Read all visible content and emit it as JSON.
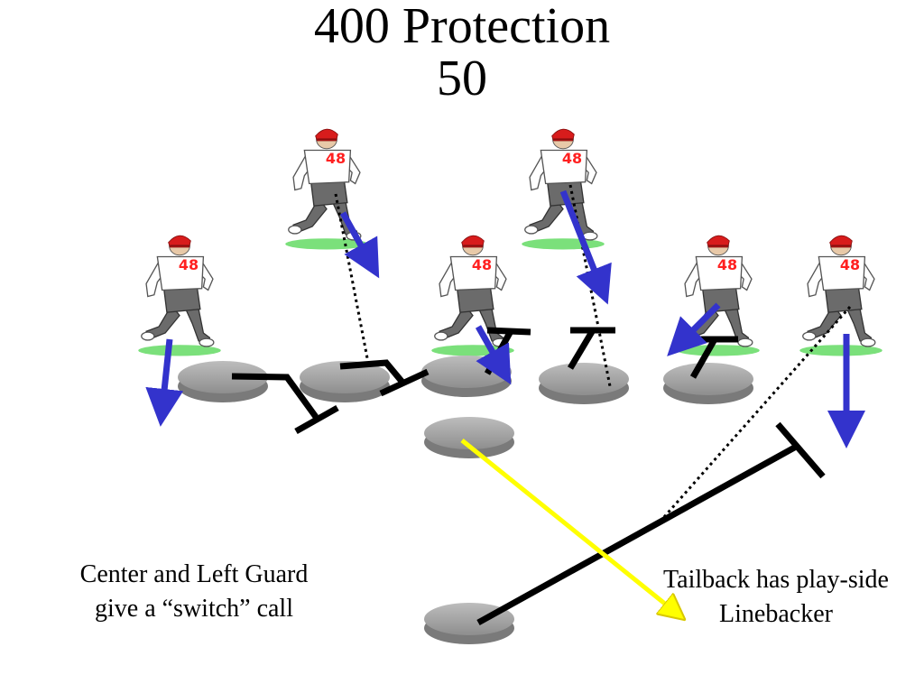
{
  "slide": {
    "title_line1": "400 Protection",
    "title_line2": "50",
    "caption_left_line1": "Center and Left Guard",
    "caption_left_line2": "give a “switch” call",
    "caption_right_line1": "Tailback has play-side",
    "caption_right_line2": "Linebacker"
  },
  "jersey_number": "48",
  "colors": {
    "defender_jersey": "#ffffff",
    "defender_pants": "#6b6b6b",
    "helmet": "#d81c1c",
    "shadow": "#7be07b",
    "blocker_disc": "#a3a3a3",
    "move_arrow": "#3333cc",
    "tailback_arrow": "#ffff00",
    "block_line": "#000000"
  },
  "icons": [
    "defender-player-icon",
    "offensive-lineman-disc",
    "movement-arrow",
    "block-line",
    "assignment-dotted-line"
  ]
}
